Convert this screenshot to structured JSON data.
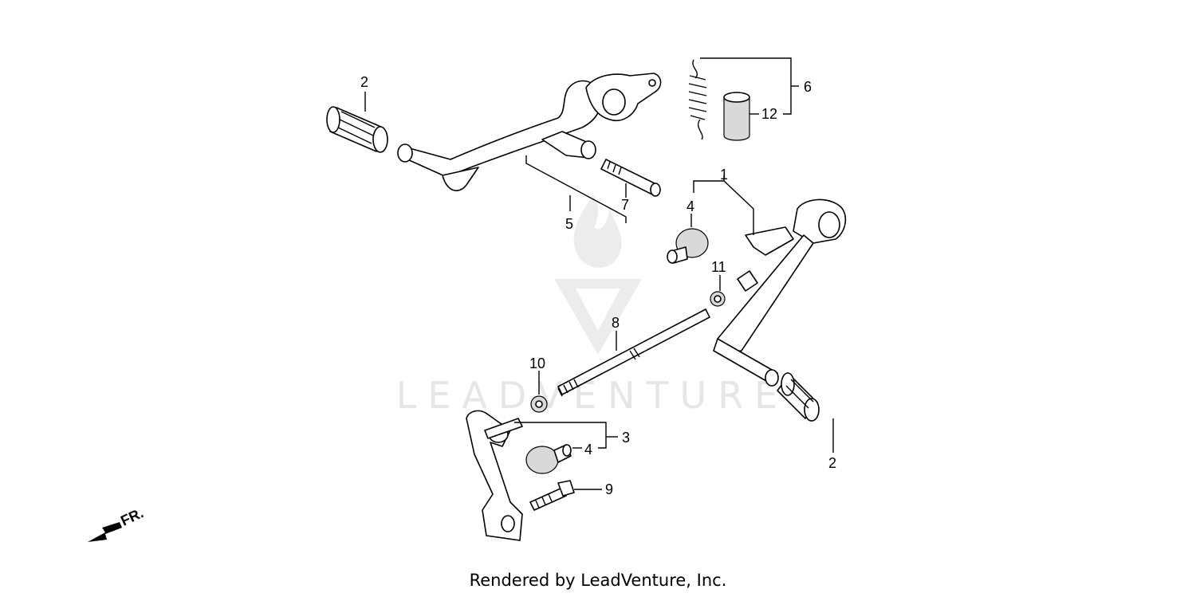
{
  "callouts": {
    "c1": "1",
    "c2a": "2",
    "c2b": "2",
    "c3": "3",
    "c4a": "4",
    "c4b": "4",
    "c5": "5",
    "c6": "6",
    "c7": "7",
    "c8": "8",
    "c9": "9",
    "c10": "10",
    "c11": "11",
    "c12": "12"
  },
  "direction_marker": "FR.",
  "watermark": "LEADVENTURE",
  "credit": "Rendered by LeadVenture, Inc."
}
